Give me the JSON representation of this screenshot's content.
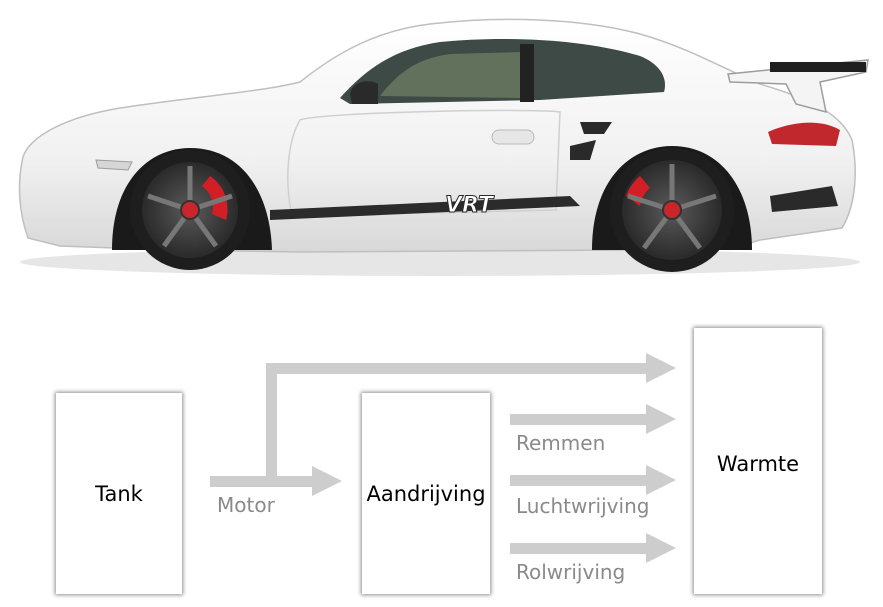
{
  "car": {
    "decal": "VRT",
    "colors": {
      "body": "#f2f2f2",
      "trim": "#2b2b2b",
      "caliper": "#d21f25",
      "taillight": "#c0282d"
    }
  },
  "diagram": {
    "nodes": {
      "tank": "Tank",
      "drivetrain": "Aandrijving",
      "heat": "Warmte"
    },
    "labels": {
      "motor": "Motor",
      "brakes": "Remmen",
      "air": "Luchtwrijving",
      "rolling": "Rolwrijving"
    },
    "colors": {
      "arrow": "#cdcdcd",
      "label": "#8a8a8a"
    }
  }
}
